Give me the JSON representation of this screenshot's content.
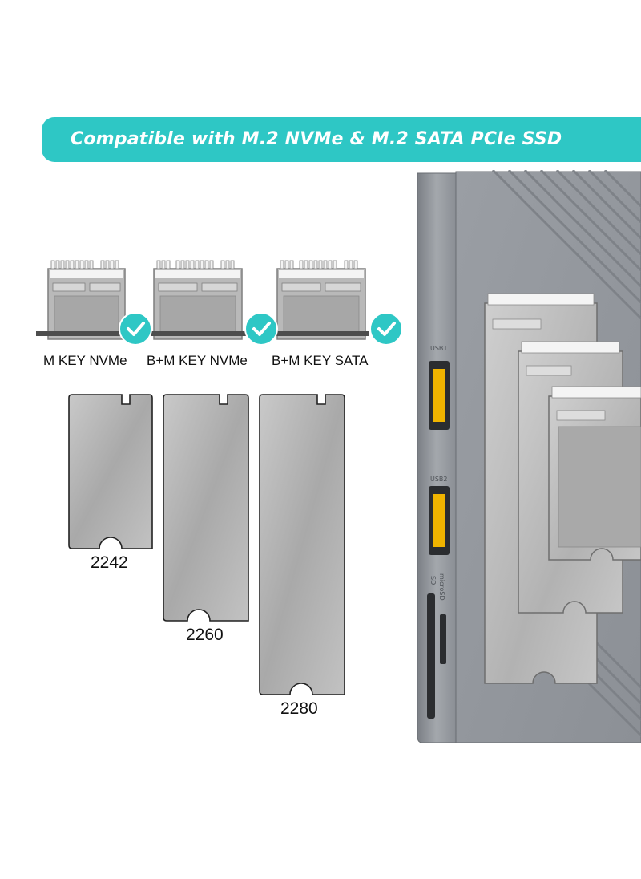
{
  "banner": {
    "text": "Compatible with M.2 NVMe & M.2 SATA PCIe SSD",
    "color": "#2ec7c5"
  },
  "key_types": [
    {
      "label": "M KEY NVMe",
      "check_icon": "checkmark-icon"
    },
    {
      "label": "B+M KEY NVMe",
      "check_icon": "checkmark-icon"
    },
    {
      "label": "B+M KEY SATA",
      "check_icon": "checkmark-icon"
    }
  ],
  "sizes": [
    {
      "label": "2242"
    },
    {
      "label": "2260"
    },
    {
      "label": "2280"
    }
  ],
  "device": {
    "ports": [
      {
        "label": "USB1"
      },
      {
        "label": "USB2"
      },
      {
        "label": "SD"
      },
      {
        "label": "microSD"
      }
    ],
    "color": "#8e9298"
  }
}
